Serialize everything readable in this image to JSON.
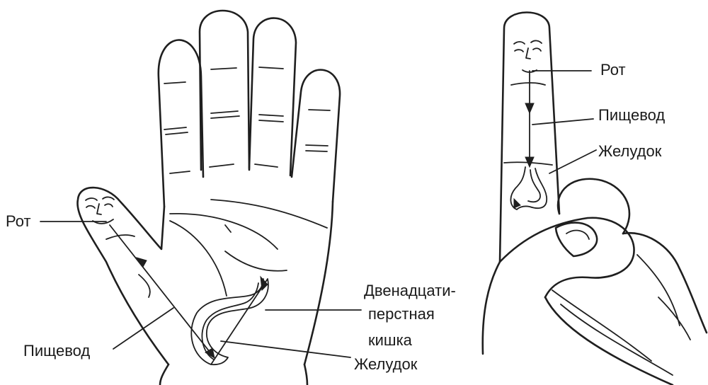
{
  "left_figure": {
    "labels": {
      "mouth": "Рот",
      "esophagus": "Пищевод",
      "duodenum_line1": "Двенадцати-",
      "duodenum_line2": "перстная",
      "duodenum_line3": "кишка",
      "stomach": "Желудок"
    }
  },
  "right_figure": {
    "labels": {
      "mouth": "Рот",
      "esophagus": "Пищевод",
      "stomach": "Желудок"
    }
  },
  "colors": {
    "ink": "#1f1f1f",
    "background": "#ffffff"
  }
}
